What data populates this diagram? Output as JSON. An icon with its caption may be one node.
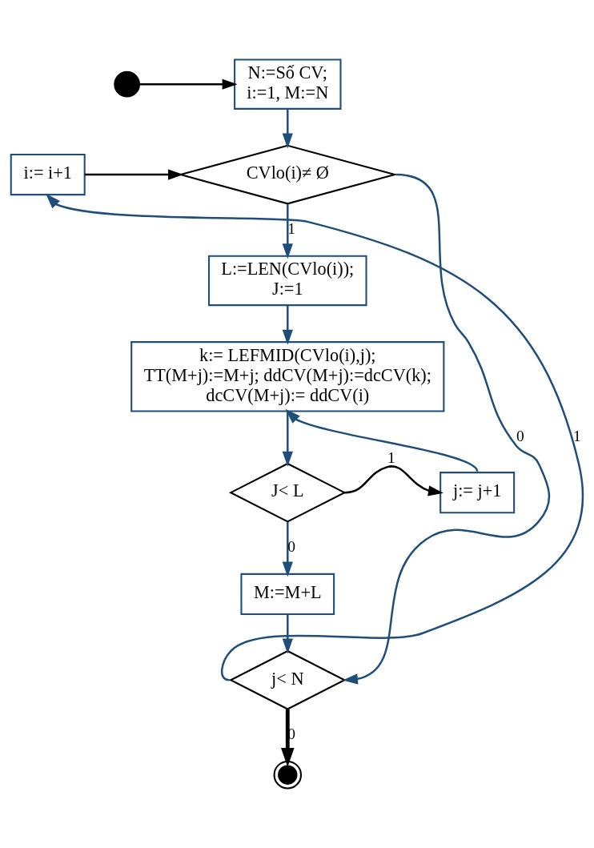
{
  "diagram": {
    "nodes": [
      {
        "text": [],
        "shape": "circle"
      },
      {
        "text": [
          "N:=Số CV; i:=1, M:=N"
        ]
      },
      {
        "text": [
          "CVlo(i)≠ Ø"
        ]
      },
      {
        "text": [
          "i:= i+1"
        ]
      },
      {
        "text": [
          "L:=LEN(CVlo(i)); J:=1"
        ]
      },
      {
        "text": [
          "k:= LEFMID(CVlo(i),j); TT(M+j):=M+j; ddCV(M+j):=dcCV(k); dcCV(M+j):= ddCV(i)"
        ]
      },
      {
        "text": [
          "J< L"
        ]
      },
      {
        "text": [
          "j:= j+1"
        ]
      },
      {
        "text": [
          "M:=M+L"
        ]
      },
      {
        "text": [
          "j< N"
        ]
      },
      {
        "text": [],
        "shape": "circle"
      }
    ],
    "edges": [
      {
        "from": 0,
        "to": 1,
        "arrow": "to",
        "color": "#000000"
      },
      {
        "from": 1,
        "to": 2,
        "arrow": "to"
      },
      {
        "from": 3,
        "to": 2,
        "arrow": "to",
        "color": "#000000"
      },
      {
        "from": 2,
        "to": 9,
        "arrow": "to",
        "label": "0"
      },
      {
        "from": 2,
        "to": 4,
        "arrow": "to",
        "label": "1"
      },
      {
        "from": 4,
        "to": 5,
        "arrow": "to"
      },
      {
        "from": 5,
        "to": 6,
        "arrow": "to"
      },
      {
        "from": 6,
        "to": 7,
        "arrow": "to",
        "label": "1",
        "color": "#000000"
      },
      {
        "from": 7,
        "to": 5,
        "arrow": "to"
      },
      {
        "from": 6,
        "to": 8,
        "arrow": "to",
        "label": "0"
      },
      {
        "from": 8,
        "to": 9,
        "arrow": "to"
      },
      {
        "from": 9,
        "to": 3,
        "arrow": "to",
        "label": "1"
      },
      {
        "from": 9,
        "to": 10,
        "arrow": "to",
        "label": "0",
        "style": "thick",
        "color": "#000000"
      }
    ]
  }
}
